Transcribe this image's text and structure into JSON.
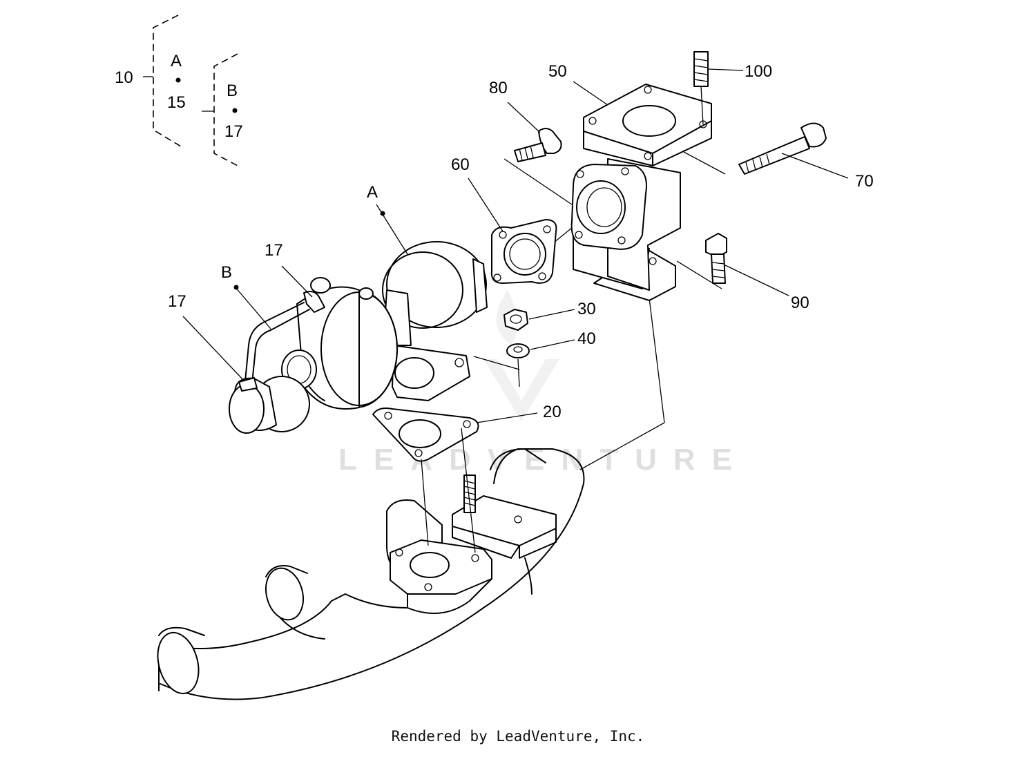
{
  "diagram": {
    "labels": {
      "l10": "10",
      "lA_group": "A",
      "l15": "15",
      "lB_group": "B",
      "l17_group": "17",
      "l100": "100",
      "l50": "50",
      "l80": "80",
      "l70": "70",
      "l60": "60",
      "lA": "A",
      "l17_top": "17",
      "lB": "B",
      "l17_left": "17",
      "l90": "90",
      "l30": "30",
      "l40": "40",
      "l20": "20"
    },
    "watermark": "LEADVENTURE"
  },
  "footer": {
    "credit": "Rendered by LeadVenture, Inc."
  }
}
